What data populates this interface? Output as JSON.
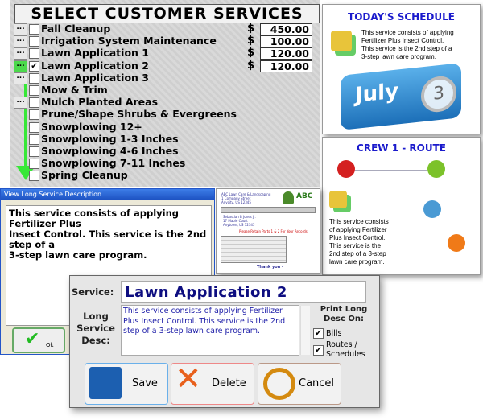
{
  "services_panel": {
    "title": "SELECT CUSTOMER SERVICES",
    "rows": [
      {
        "label": "Fall Cleanup",
        "checked": false,
        "has_desc": true,
        "price": "450.00"
      },
      {
        "label": "Irrigation System Maintenance",
        "checked": false,
        "has_desc": true,
        "price": "100.00"
      },
      {
        "label": "Lawn Application 1",
        "checked": false,
        "has_desc": true,
        "price": "120.00"
      },
      {
        "label": "Lawn Application 2",
        "checked": true,
        "has_desc": true,
        "price": "120.00",
        "active": true
      },
      {
        "label": "Lawn Application 3",
        "checked": false,
        "has_desc": true
      },
      {
        "label": "Mow & Trim",
        "checked": false,
        "has_desc": false
      },
      {
        "label": "Mulch Planted Areas",
        "checked": false,
        "has_desc": true
      },
      {
        "label": "Prune/Shape Shrubs & Evergreens",
        "checked": false,
        "has_desc": false
      },
      {
        "label": "Snowplowing 12+",
        "checked": false,
        "has_desc": false
      },
      {
        "label": "Snowplowing 1-3 Inches",
        "checked": false,
        "has_desc": false
      },
      {
        "label": "Snowplowing 4-6 Inches",
        "checked": false,
        "has_desc": false
      },
      {
        "label": "Snowplowing 7-11 Inches",
        "checked": false,
        "has_desc": false
      },
      {
        "label": "Spring Cleanup",
        "checked": false,
        "has_desc": false
      }
    ],
    "currency": "$",
    "dots": "..."
  },
  "view_dialog": {
    "title": "View Long Service Description ...",
    "lines": [
      "This service consists of applying Fertilizer Plus",
      "Insect Control.  This service is the 2nd step of a",
      "3-step lawn care program."
    ],
    "ok_label": "Ok"
  },
  "invoice": {
    "company": "ABC Lawn Care & Landscaping",
    "from_lines": [
      "ABC Lawn Care & Landscaping",
      "1 Company Street",
      "Anycity, US  12345"
    ],
    "to_lines": [
      "Sebastian B Jones Jr.",
      "17 Maple Court",
      "Anytown, US  12345"
    ],
    "notice": "Please Retain Parts 1 & 2 For Your Records",
    "thanks": "Thank you -"
  },
  "schedule": {
    "title": "TODAY'S SCHEDULE",
    "text": [
      "This service consists of applying",
      "Fertilizer Plus Insect Control.",
      "This service is the 2nd step of a",
      "3-step lawn care program."
    ],
    "calendar_month": "July",
    "calendar_day": "3"
  },
  "route": {
    "title": "CREW 1 - ROUTE",
    "text": [
      "This service consists",
      "of applying Fertilizer",
      "Plus Insect Control.",
      "This service is the",
      "2nd step of a 3-step",
      "lawn care program."
    ],
    "pin_colors": [
      "#d42020",
      "#7cc22a",
      "#4a9ad4",
      "#f07a18"
    ]
  },
  "edit_dialog": {
    "service_label": "Service:",
    "service_value": "Lawn Application 2",
    "desc_label": "Long Service Desc:",
    "desc_value": "This service consists of applying Fertilizer Plus Insect Control. This service is the 2nd step of a 3-step lawn care program.",
    "print_label": "Print Long Desc On:",
    "bills_label": "Bills",
    "bills_checked": true,
    "routes_label": "Routes / Schedules",
    "routes_checked": true,
    "save": "Save",
    "delete": "Delete",
    "cancel": "Cancel"
  }
}
